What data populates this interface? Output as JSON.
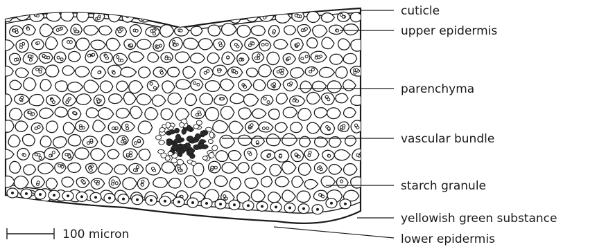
{
  "diagram": {
    "labels": [
      {
        "id": "cuticle",
        "text": "cuticle"
      },
      {
        "id": "upper-epidermis",
        "text": "upper epidermis"
      },
      {
        "id": "parenchyma",
        "text": "parenchyma"
      },
      {
        "id": "vascular-bundle",
        "text": "vascular bundle"
      },
      {
        "id": "starch-granule",
        "text": "starch granule"
      },
      {
        "id": "yellowish-green-substance",
        "text": "yellowish green substance"
      },
      {
        "id": "lower-epidermis",
        "text": "lower epidermis"
      }
    ],
    "scale_bar": {
      "text": "100 micron"
    }
  }
}
